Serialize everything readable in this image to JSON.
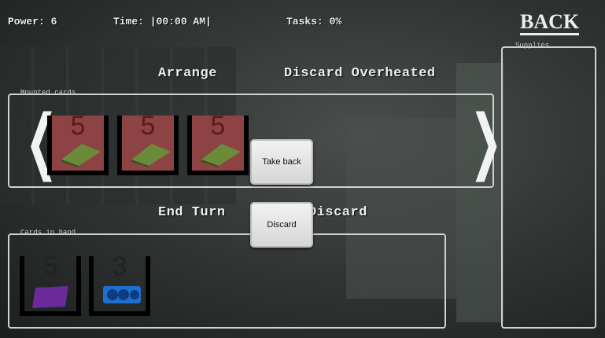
{
  "hud": {
    "power": "Power: 6",
    "time": "Time: |00:00 AM|",
    "tasks": "Tasks: 0%",
    "back": "BACK"
  },
  "actions": {
    "arrange": "Arrange",
    "discard_overheated": "Discard Overheated",
    "end_turn": "End Turn",
    "discard_text": "Discard"
  },
  "mounted": {
    "legend": "Mounted cards",
    "cards": [
      {
        "cost": "5",
        "image": "green-circuit-board"
      },
      {
        "cost": "5",
        "image": "green-circuit-board"
      },
      {
        "cost": "5",
        "image": "green-circuit-board"
      }
    ]
  },
  "hand": {
    "legend": "Cards in hand",
    "cards": [
      {
        "cost": "5",
        "image": "purple-memory-card"
      },
      {
        "cost": "3",
        "image": "blue-graphics-card"
      }
    ]
  },
  "supplies": {
    "legend": "Supplies"
  },
  "buttons": {
    "take_back": "Take back",
    "discard": "Discard"
  },
  "colors": {
    "mounted_card": "#8d4343",
    "frame": "#cfd3d1"
  }
}
